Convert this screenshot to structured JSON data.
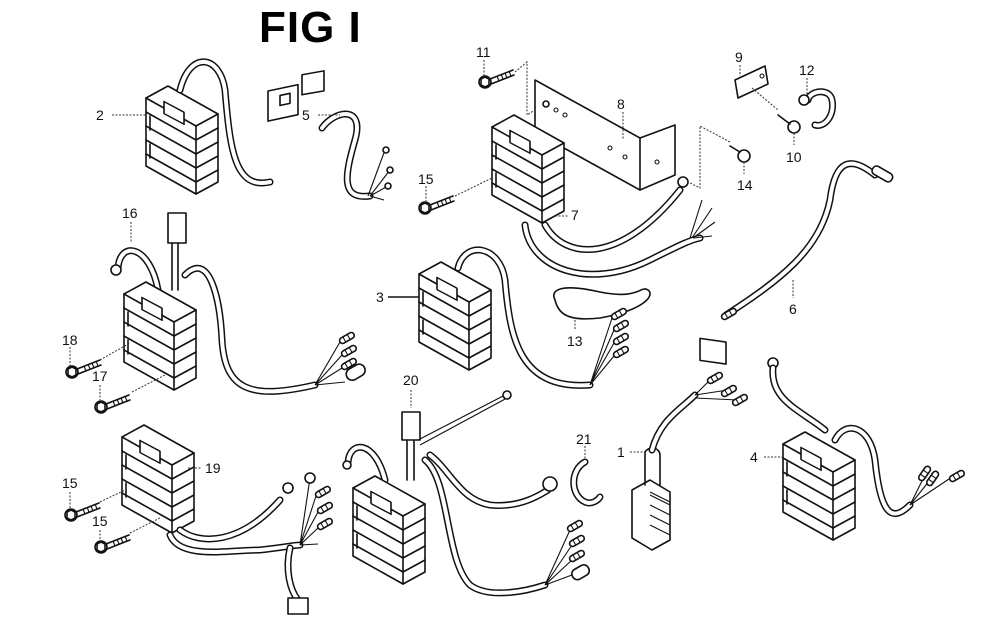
{
  "figure": {
    "title": "FIG I",
    "type": "exploded parts diagram"
  },
  "callouts": {
    "c1": "1",
    "c2": "2",
    "c3": "3",
    "c4": "4",
    "c5": "5",
    "c6": "6",
    "c7": "7",
    "c8": "8",
    "c9": "9",
    "c10": "10",
    "c11": "11",
    "c12": "12",
    "c13": "13",
    "c14": "14",
    "c15a": "15",
    "c15b": "15",
    "c15c": "15",
    "c16": "16",
    "c17": "17",
    "c18": "18",
    "c19": "19",
    "c20": "20",
    "c21": "21"
  },
  "parts": [
    {
      "callout": "1",
      "name": "small regulator with 3-lead harness"
    },
    {
      "callout": "2",
      "name": "regulator rectifier with connector cable"
    },
    {
      "callout": "3",
      "name": "regulator rectifier with 4-terminal harness"
    },
    {
      "callout": "4",
      "name": "regulator rectifier with ground lead"
    },
    {
      "callout": "5",
      "name": "connector adapter cable"
    },
    {
      "callout": "6",
      "name": "lead wire"
    },
    {
      "callout": "7",
      "name": "regulator rectifier on bracket"
    },
    {
      "callout": "8",
      "name": "mounting bracket"
    },
    {
      "callout": "9",
      "name": "terminal plate"
    },
    {
      "callout": "10",
      "name": "bolt"
    },
    {
      "callout": "11",
      "name": "bolt"
    },
    {
      "callout": "12",
      "name": "wire clamp"
    },
    {
      "callout": "13",
      "name": "protector tube"
    },
    {
      "callout": "14",
      "name": "bolt"
    },
    {
      "callout": "15",
      "name": "bolt"
    },
    {
      "callout": "16",
      "name": "ground lead"
    },
    {
      "callout": "17",
      "name": "bolt"
    },
    {
      "callout": "18",
      "name": "bolt"
    },
    {
      "callout": "19",
      "name": "regulator rectifier with harness"
    },
    {
      "callout": "20",
      "name": "regulator rectifier with connector"
    },
    {
      "callout": "21",
      "name": "wire clip"
    }
  ]
}
